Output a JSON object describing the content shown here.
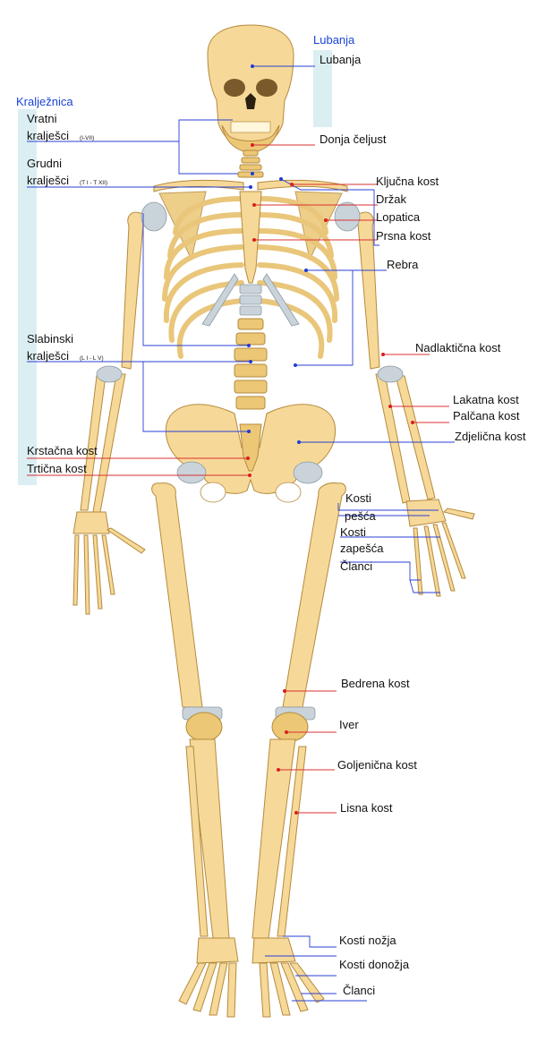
{
  "groups": {
    "lubanja_group": "Lubanja",
    "kraljeznica_group": "Kralježnica"
  },
  "spine_labels": {
    "vratni_1": "Vratni",
    "vratni_2": "kralješci",
    "vratni_range": "(I-VII)",
    "grudni_1": "Grudni",
    "grudni_2": "kralješci",
    "grudni_range": "(T I - T XII)",
    "slabinski_1": "Slabinski",
    "slabinski_2": "kralješci",
    "slabinski_range": "(L I - L V)"
  },
  "left_labels": {
    "krstacna": "Krstačna kost",
    "trticna": "Trtična kost"
  },
  "right_labels": {
    "lubanja": "Lubanja",
    "donja_celjust": "Donja čeljust",
    "kljucna": "Ključna kost",
    "drzak": "Držak",
    "lopatica": "Lopatica",
    "prsna": "Prsna kost",
    "rebra": "Rebra",
    "nadlakticna": "Nadlaktična kost",
    "lakatna": "Lakatna kost",
    "palcana": "Palčana kost",
    "zdjelicna": "Zdjelična kost",
    "kosti_pesca_1": "Kosti",
    "kosti_pesca_2": "pešća",
    "kosti_zapesca_1": "Kosti",
    "kosti_zapesca_2": "zapešća",
    "clanci_ruka": "Članci",
    "bedrena": "Bedrena kost",
    "iver": "Iver",
    "goljenicna": "Goljenična kost",
    "lisna": "Lisna kost",
    "kosti_nozja": "Kosti nožja",
    "kosti_donozja": "Kosti donožja",
    "clanci_noga": "Članci"
  }
}
